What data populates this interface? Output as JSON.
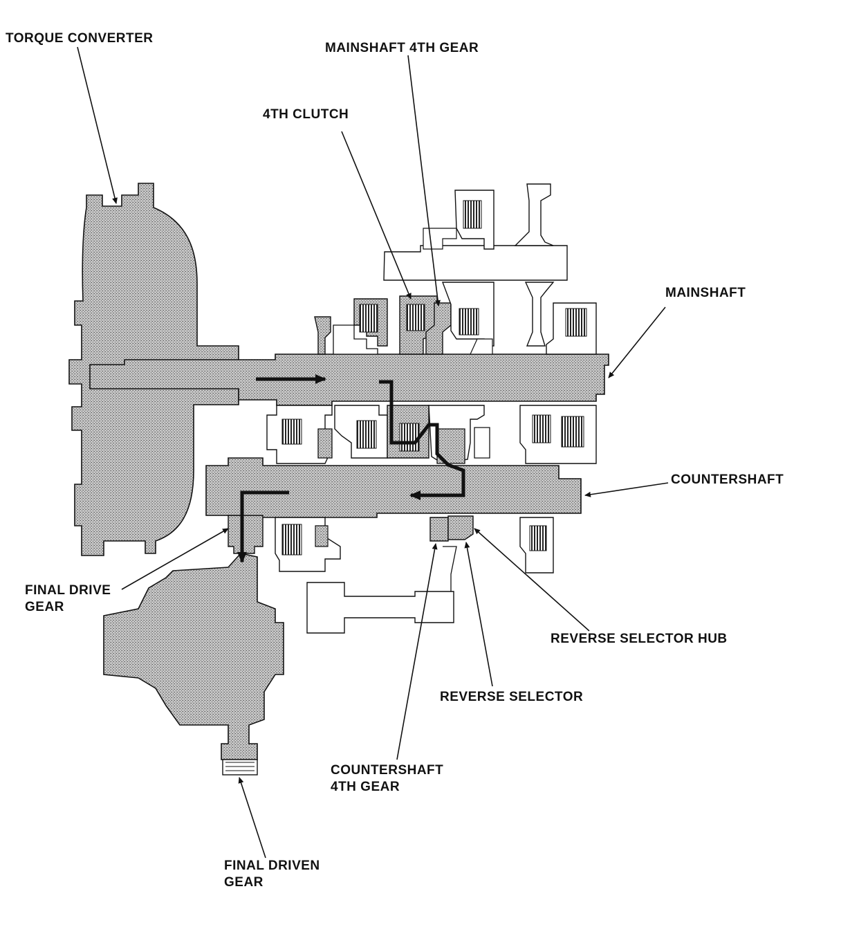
{
  "labels": {
    "torque_converter": "TORQUE CONVERTER",
    "mainshaft_4th_gear": "MAINSHAFT 4TH GEAR",
    "fourth_clutch": "4TH CLUTCH",
    "mainshaft": "MAINSHAFT",
    "countershaft": "COUNTERSHAFT",
    "final_drive_gear_1": "FINAL DRIVE",
    "final_drive_gear_2": "GEAR",
    "reverse_selector_hub": "REVERSE SELECTOR HUB",
    "reverse_selector": "REVERSE SELECTOR",
    "countershaft_4th_gear_1": "COUNTERSHAFT",
    "countershaft_4th_gear_2": "4TH GEAR",
    "final_driven_gear_1": "FINAL DRIVEN",
    "final_driven_gear_2": "GEAR"
  },
  "colors": {
    "line": "#111111",
    "shaded": "#a9a9a9",
    "paper": "#ffffff"
  }
}
